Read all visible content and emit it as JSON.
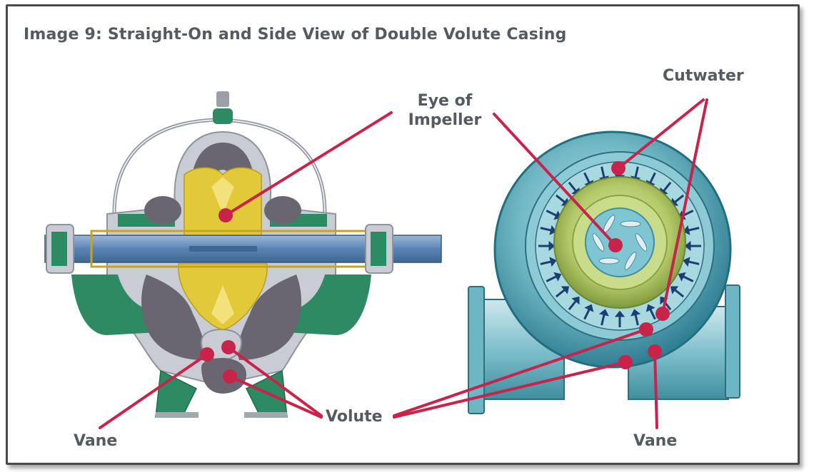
{
  "title": "Image 9:  Straight-On and Side View of Double Volute Casing",
  "labels": {
    "eye_of_impeller_line1": "Eye of",
    "eye_of_impeller_line2": "Impeller",
    "cutwater": "Cutwater",
    "volute": "Volute",
    "vane_left": "Vane",
    "vane_right": "Vane"
  },
  "colors": {
    "callout": "#c8234a",
    "label_text": "#555a60",
    "shaft": "#5b83b5",
    "impeller": "#e2c93a",
    "casing_green": "#2e8a63",
    "cavity": "#6a6670",
    "volute_teal": "#4fa3b4",
    "impeller_green": "#a8c25a"
  },
  "icons": [
    "callout-dot",
    "flow-arrow"
  ]
}
